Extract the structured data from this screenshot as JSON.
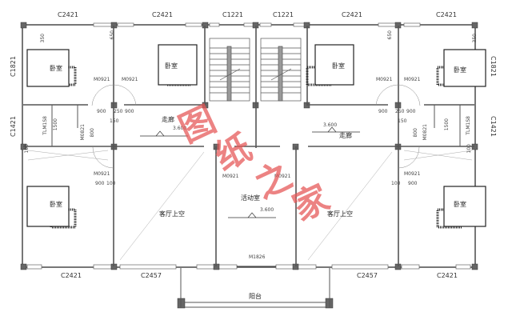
{
  "drawing": {
    "type": "floor-plan",
    "watermark": [
      "图",
      "纸",
      "之",
      "家"
    ],
    "watermark_color": "#e65a5a",
    "wall_color": "#555555",
    "column_color": "#666666"
  },
  "windows": {
    "top": [
      "C2421",
      "C2421",
      "C1221",
      "C1221",
      "C2421",
      "C2421"
    ],
    "bottom": [
      "C2421",
      "C2457",
      "C2457",
      "C2421"
    ],
    "left": [
      "C1821",
      "C1421"
    ],
    "right": [
      "C1821",
      "C1421"
    ]
  },
  "rooms": {
    "bedroom_tl": "卧室",
    "bedroom_tm": "卧室",
    "bedroom_tr_m": "卧室",
    "bedroom_tr": "卧室",
    "bedroom_bl": "卧室",
    "bedroom_br": "卧室",
    "corridor_left": "走廊",
    "corridor_right": "走廊",
    "living_void_left": "客厅上空",
    "living_void_right": "客厅上空",
    "activity_room": "活动室",
    "balcony": "阳台"
  },
  "doors": {
    "top_left_a": "M0921",
    "top_left_b": "M0921",
    "top_right_a": "M0921",
    "top_right_b": "M0921",
    "bath_left": "M0821",
    "bath_right": "M0821",
    "bed_left": "M0921",
    "bed_right": "M0921",
    "activity_left": "M0921",
    "activity_right": "M0921",
    "balcony_door": "M1826"
  },
  "levels": {
    "corridor_left": "3.600",
    "corridor_right": "3.600",
    "activity_room": "3.600"
  },
  "fixtures": {
    "toilet_left": "TLM1S8",
    "toilet_right": "TLM1S8"
  },
  "dimensions": {
    "top_left_350": "350",
    "top_right_350": "350",
    "top_left_650": "650",
    "top_right_650": "650",
    "d900_1": "900",
    "d250_1": "250",
    "d900_2": "900",
    "d150_1": "150",
    "d900_3": "900",
    "d250_2": "250",
    "d900_4": "900",
    "d150_2": "150",
    "bath_left_1500": "1500",
    "bath_right_1500": "1500",
    "bath_left_800": "800",
    "bath_right_800": "800",
    "bed_left_900": "900",
    "bed_left_100": "100",
    "bed_right_900": "900",
    "bed_right_100": "100",
    "sill_left": "100",
    "sill_right": "100"
  }
}
